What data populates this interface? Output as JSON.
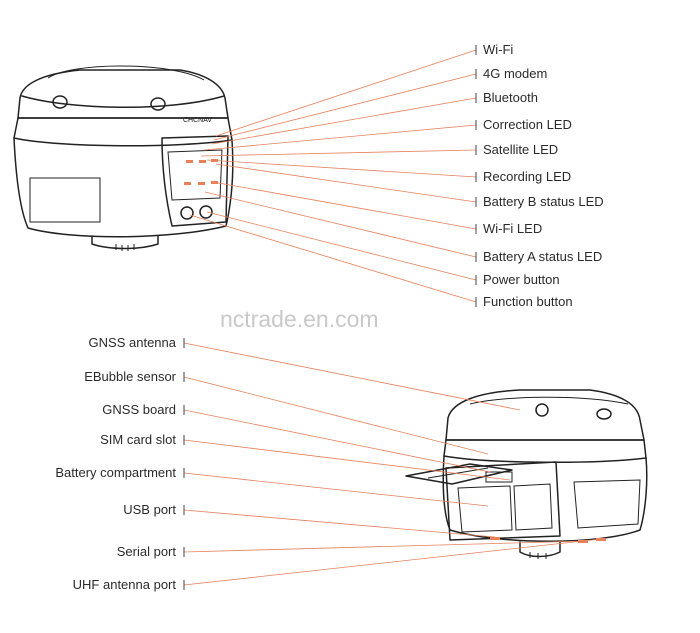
{
  "accent_color": "#e8805a",
  "watermark": "nctrade.en.com",
  "device_brand_marking": "CHCNAV",
  "top_callouts": [
    {
      "label": "Wi-Fi"
    },
    {
      "label": "4G modem"
    },
    {
      "label": "Bluetooth"
    },
    {
      "label": "Correction LED"
    },
    {
      "label": "Satellite LED"
    },
    {
      "label": "Recording LED"
    },
    {
      "label": "Battery B status LED"
    },
    {
      "label": "Wi-Fi LED"
    },
    {
      "label": "Battery A status LED"
    },
    {
      "label": "Power button"
    },
    {
      "label": "Function button"
    }
  ],
  "bottom_callouts": [
    {
      "label": "GNSS antenna"
    },
    {
      "label": "EBubble sensor"
    },
    {
      "label": "GNSS board"
    },
    {
      "label": "SIM card slot"
    },
    {
      "label": "Battery compartment"
    },
    {
      "label": "USB port"
    },
    {
      "label": "Serial port"
    },
    {
      "label": "UHF antenna port"
    }
  ]
}
